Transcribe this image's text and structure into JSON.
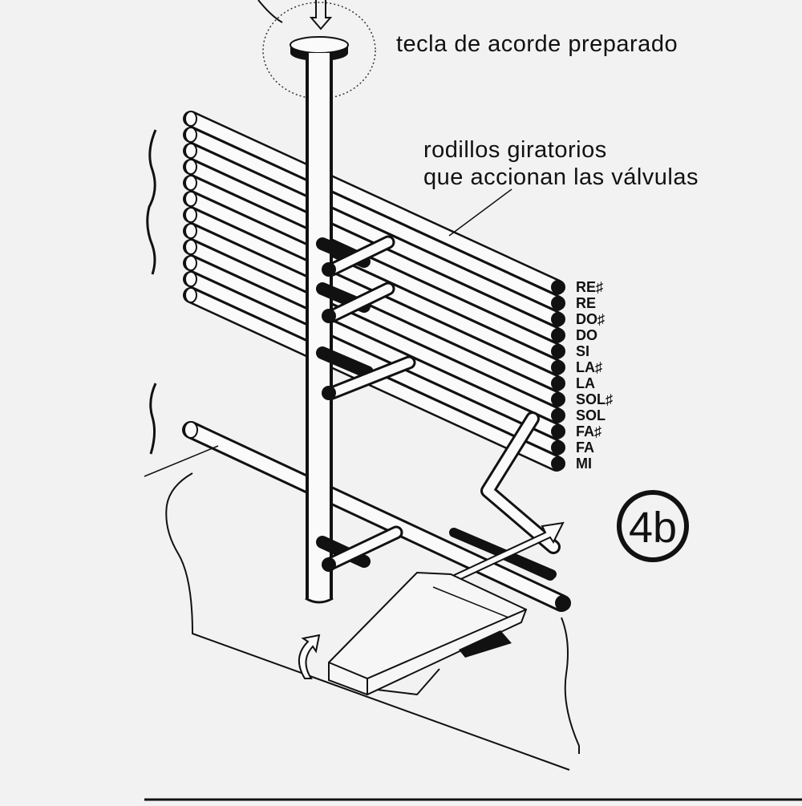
{
  "labels": {
    "key": "tecla de acorde preparado",
    "rollers_line1": "rodillos giratorios",
    "rollers_line2": "que accionan las válvulas",
    "figure": "4b"
  },
  "notes": [
    "RE♯",
    "RE",
    "DO♯",
    "DO",
    "SI",
    "LA♯",
    "LA",
    "SOL♯",
    "SOL",
    "FA♯",
    "FA",
    "MI"
  ],
  "colors": {
    "ink": "#111111",
    "paper": "#f2f2f2",
    "tube": "#fafafa"
  }
}
